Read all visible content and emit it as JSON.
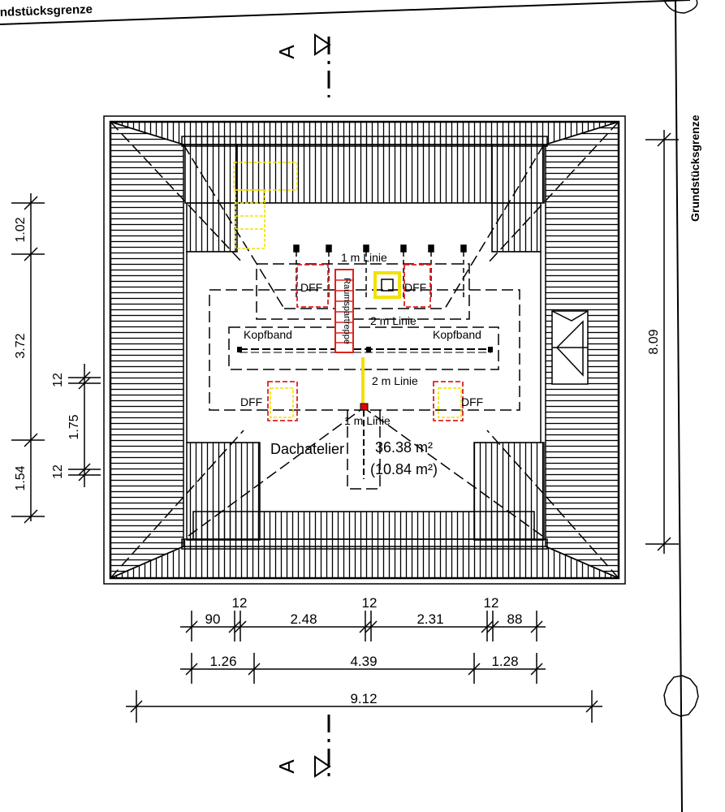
{
  "drawing": {
    "boundary_label_top": "ndstücksgrenze",
    "boundary_label_right": "Grundstücksgrenze",
    "section_marker": "A",
    "room_name": "Dachatelier",
    "room_area": "36.38 m²",
    "room_area_secondary": "(10.84 m²)",
    "labels": {
      "line_1m_top": "1 m Linie",
      "line_2m_top": "2 m Linie",
      "line_2m_bottom": "2 m Linie",
      "line_1m_bottom": "1 m Linie",
      "kopfband_left": "Kopfband",
      "kopfband_right": "Kopfband",
      "dff_top_left": "DFF",
      "dff_top_right": "DFF",
      "dff_bottom_left": "DFF",
      "dff_bottom_right": "DFF",
      "stair": "Raumspartreppe"
    },
    "dims_left": [
      "1.02",
      "3.72",
      "12",
      "1.75",
      "1.54",
      "12"
    ],
    "dims_right": [
      "8.09"
    ],
    "dims_bottom_row1": [
      "90",
      "12",
      "2.48",
      "12",
      "2.31",
      "12",
      "88"
    ],
    "dims_bottom_row2": [
      "1.26",
      "4.39",
      "1.28"
    ],
    "dims_bottom_row3": [
      "9.12"
    ]
  },
  "colors": {
    "line": "#000000",
    "window_red": "#e02020",
    "stair_red": "#e02020",
    "marker_yellow": "#f2e100",
    "chimney_red": "#e00000"
  }
}
